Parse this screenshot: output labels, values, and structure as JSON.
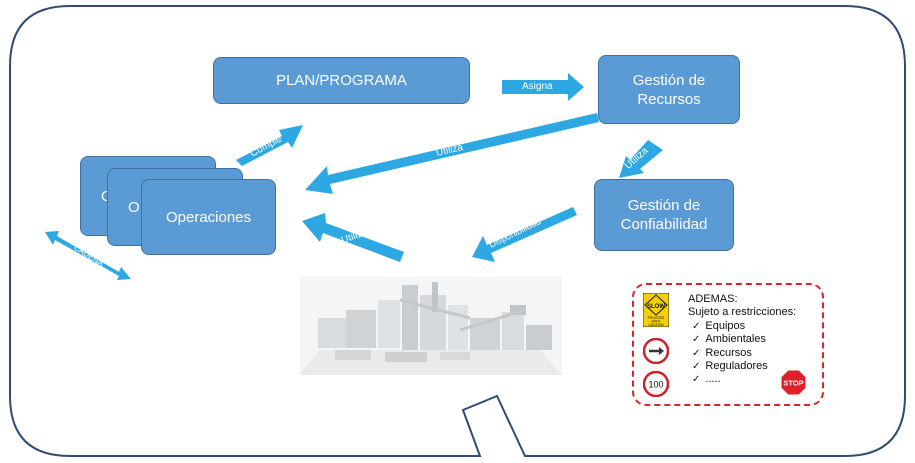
{
  "nodes": {
    "plan": "PLAN/PROGRAMA",
    "recursos": [
      "Gestión de",
      "Recursos"
    ],
    "confiabilidad": [
      "Gestión de",
      "Confiabilidad"
    ],
    "operaciones": "Operaciones",
    "ops_back1": "O",
    "ops_back2": "O"
  },
  "arrows": {
    "asigna": "Asigna",
    "cumple": "Cumple",
    "utiliza_top": "Utiliza",
    "utiliza_right": "Utiliza",
    "utiliza_bottom": "Utiliza",
    "disponibilidad": "Disponibilidad",
    "cadena": "CADENA"
  },
  "restrictions": {
    "title": "ADEMAS:",
    "subtitle": "Sujeto a restricciones:",
    "items": [
      "Equipos",
      "Ambientales",
      "Recursos",
      "Reguladores",
      "....."
    ],
    "signs": {
      "slow": "SLOW",
      "slow_sub": [
        "PROCEED",
        "WITH",
        "CAUTION"
      ],
      "speed": "100",
      "stop": "STOP"
    }
  },
  "colors": {
    "box_fill": "#5b9bd5",
    "box_border": "#41719c",
    "arrow": "#2da8e3",
    "frame": "#2f4c73",
    "dashed_border": "#e0202a"
  },
  "icons": [
    "slow-sign-icon",
    "arrow-sign-icon",
    "speed-limit-icon",
    "stop-sign-icon",
    "plant-image"
  ]
}
